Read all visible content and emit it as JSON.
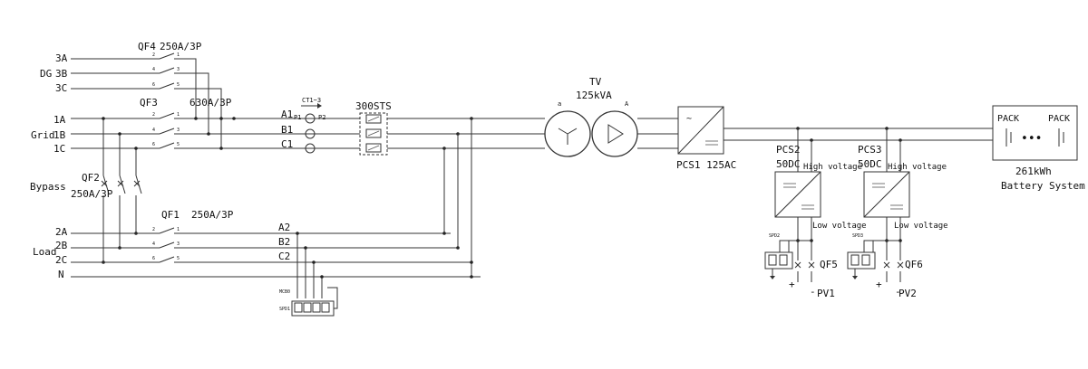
{
  "bus_labels": {
    "dg": {
      "phases": [
        "3A",
        "3B",
        "3C"
      ],
      "group": "DG"
    },
    "grid": {
      "phases": [
        "1A",
        "1B",
        "1C"
      ],
      "group": "Grid"
    },
    "load": {
      "phases": [
        "2A",
        "2B",
        "2C",
        "N"
      ],
      "group": "Load"
    },
    "bypass": "Bypass"
  },
  "breakers": {
    "qf4": {
      "name": "QF4",
      "rating": "250A/3P"
    },
    "qf3": {
      "name": "QF3",
      "rating": "630A/3P"
    },
    "qf2": {
      "name": "QF2",
      "rating": "250A/3P"
    },
    "qf1": {
      "name": "QF1",
      "rating": "250A/3P"
    },
    "qf5": {
      "name": "QF5"
    },
    "qf6": {
      "name": "QF6"
    }
  },
  "terminal_numbers": {
    "left": [
      "2",
      "4",
      "6"
    ],
    "right": [
      "1",
      "3",
      "5"
    ]
  },
  "phase_tags": {
    "upper": [
      "A1",
      "B1",
      "C1"
    ],
    "lower": [
      "A2",
      "B2",
      "C2"
    ]
  },
  "ct": {
    "name": "CT1~3",
    "p1": "P1",
    "p2": "P2"
  },
  "sts": {
    "name": "300STS"
  },
  "transformer": {
    "name": "TV",
    "rating": "125kVA",
    "left_tag": "a",
    "right_tag": "A"
  },
  "pcs1": {
    "name": "PCS1 125AC"
  },
  "pcs2": {
    "name": "PCS2",
    "rating": "50DC",
    "high": "High voltage",
    "low": "Low voltage"
  },
  "pcs3": {
    "name": "PCS3",
    "rating": "50DC",
    "high": "High voltage",
    "low": "Low voltage"
  },
  "spd": {
    "spd1": "SPD1",
    "spd2": "SPD2",
    "spd3": "SPD3",
    "mcb": "MCB0"
  },
  "pv": {
    "pv1": "PV1",
    "pv2": "PV2",
    "plus": "+",
    "minus": "-"
  },
  "battery": {
    "pack_left": "PACK",
    "pack_right": "PACK",
    "dots": "•••",
    "capacity": "261kWh",
    "system": "Battery System"
  }
}
